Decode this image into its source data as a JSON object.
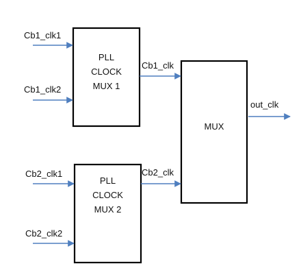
{
  "colors": {
    "wire": "#4f7fbf",
    "block_border": "#000000",
    "background": "#ffffff",
    "text": "#111111"
  },
  "blocks": {
    "pll1": {
      "lines": [
        "PLL",
        "CLOCK",
        "MUX 1"
      ]
    },
    "pll2": {
      "lines": [
        "PLL",
        "CLOCK",
        "MUX 2"
      ]
    },
    "mux": {
      "label": "MUX"
    }
  },
  "signals": {
    "cb1_clk1": "Cb1_clk1",
    "cb1_clk2": "Cb1_clk2",
    "cb2_clk1": "Cb2_clk1",
    "cb2_clk2": "Cb2_clk2",
    "cb1_clk": "Cb1_clk",
    "cb2_clk": "Cb2_clk",
    "out_clk": "out_clk"
  }
}
